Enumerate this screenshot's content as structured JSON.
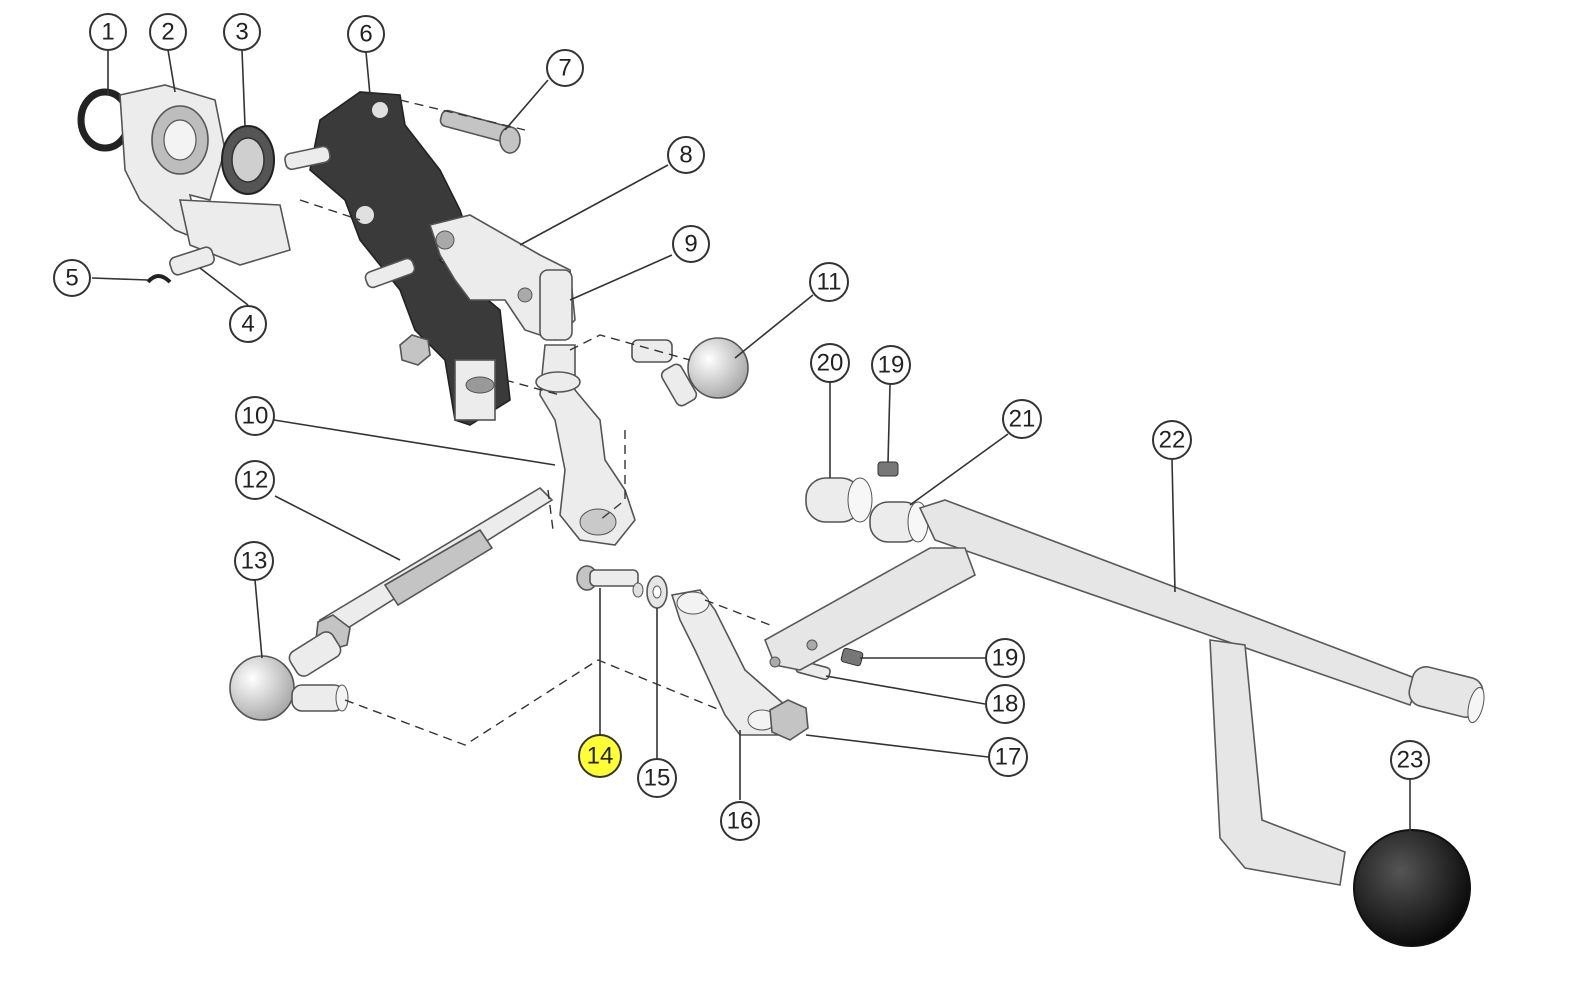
{
  "callouts": [
    {
      "label": "1",
      "highlight": false
    },
    {
      "label": "2",
      "highlight": false
    },
    {
      "label": "3",
      "highlight": false
    },
    {
      "label": "4",
      "highlight": false
    },
    {
      "label": "5",
      "highlight": false
    },
    {
      "label": "6",
      "highlight": false
    },
    {
      "label": "7",
      "highlight": false
    },
    {
      "label": "8",
      "highlight": false
    },
    {
      "label": "9",
      "highlight": false
    },
    {
      "label": "10",
      "highlight": false
    },
    {
      "label": "11",
      "highlight": false
    },
    {
      "label": "12",
      "highlight": false
    },
    {
      "label": "13",
      "highlight": false
    },
    {
      "label": "14",
      "highlight": true
    },
    {
      "label": "15",
      "highlight": false
    },
    {
      "label": "16",
      "highlight": false
    },
    {
      "label": "17",
      "highlight": false
    },
    {
      "label": "18",
      "highlight": false
    },
    {
      "label": "19",
      "highlight": false
    },
    {
      "label": "19",
      "highlight": false
    },
    {
      "label": "20",
      "highlight": false
    },
    {
      "label": "21",
      "highlight": false
    },
    {
      "label": "22",
      "highlight": false
    },
    {
      "label": "23",
      "highlight": false
    }
  ],
  "colors": {
    "highlight": "#ffff33",
    "knob": "#111111",
    "bracket": "#3a3a3a"
  }
}
